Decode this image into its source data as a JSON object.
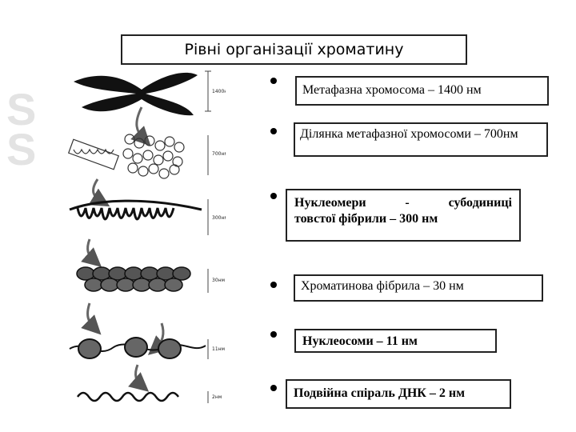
{
  "title": "Рівні організації хроматину",
  "levels": [
    {
      "label": "Метафазна хромосома – 1400 нм"
    },
    {
      "label": "Ділянка метафазної хромосоми – 700нм"
    },
    {
      "label_line1_a": "Нуклеомери",
      "label_line1_b": "-",
      "label_line1_c": "субодиниці",
      "label_line2": "товстої фібрили – 300 нм"
    },
    {
      "label": "Хроматинова фібрила – 30 нм"
    },
    {
      "label": "Нуклеосоми – 11 нм"
    },
    {
      "label": "Подвійна спіраль ДНК – 2 нм"
    }
  ],
  "scale_labels": [
    "1400нм",
    "700нм",
    "300нм",
    "30нм",
    "11нм",
    "2нм"
  ]
}
